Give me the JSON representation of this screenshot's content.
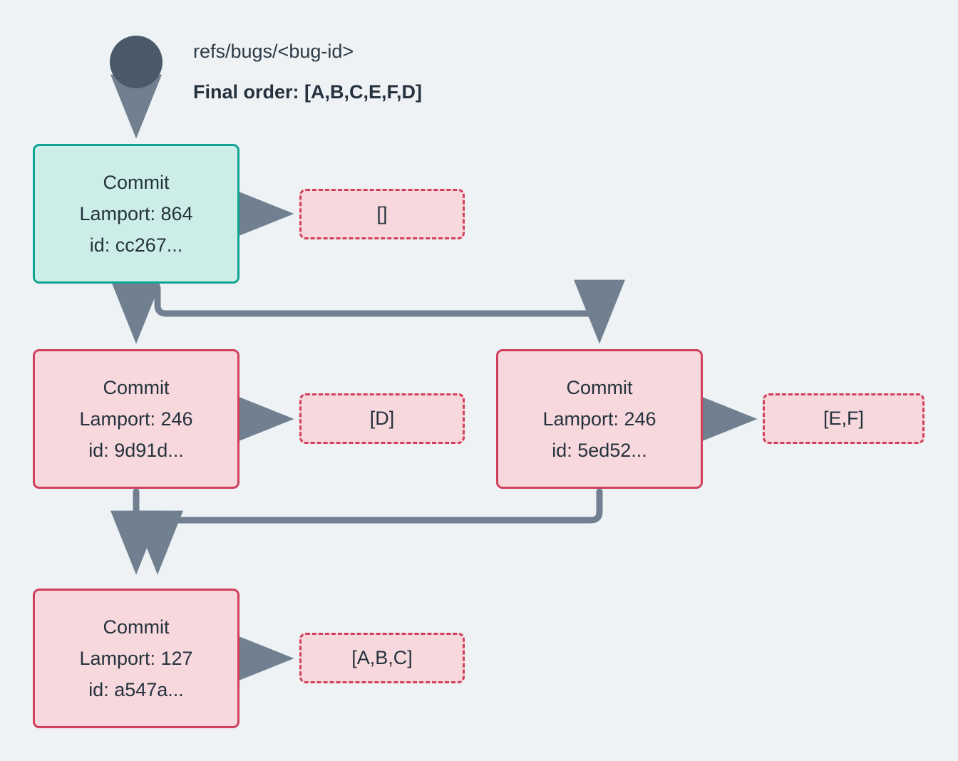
{
  "diagram": {
    "type": "dag",
    "background_color": "#eef2f5",
    "header": {
      "ref_label": "refs/bugs/<bug-id>",
      "final_order_label": "Final order: [A,B,C,E,F,D]",
      "root_node_name": "root-commit-dot"
    },
    "colors": {
      "background": "#eef2f5",
      "root_dot": "#4a5968",
      "edge": "#708090",
      "teal_border": "#0fa392",
      "teal_fill": "#cdeee8",
      "red_border": "#d1405a",
      "red_fill": "#f7d8dd",
      "text": "#25323d"
    },
    "nodes": [
      {
        "id": "cc267",
        "title": "Commit",
        "lamport": "Lamport: 864",
        "commit_id": "id: cc267...",
        "style": "teal",
        "payload": "[]"
      },
      {
        "id": "9d91d",
        "title": "Commit",
        "lamport": "Lamport: 246",
        "commit_id": "id: 9d91d...",
        "style": "red",
        "payload": "[D]"
      },
      {
        "id": "5ed52",
        "title": "Commit",
        "lamport": "Lamport: 246",
        "commit_id": "id: 5ed52...",
        "style": "red",
        "payload": "[E,F]"
      },
      {
        "id": "a547a",
        "title": "Commit",
        "lamport": "Lamport: 127",
        "commit_id": "id: a547a...",
        "style": "red",
        "payload": "[A,B,C]"
      }
    ],
    "edges": [
      {
        "from": "root",
        "to": "cc267"
      },
      {
        "from": "cc267",
        "to": "9d91d"
      },
      {
        "from": "cc267",
        "to": "5ed52"
      },
      {
        "from": "9d91d",
        "to": "a547a"
      },
      {
        "from": "5ed52",
        "to": "a547a"
      },
      {
        "from": "cc267",
        "to": "payload-cc267"
      },
      {
        "from": "9d91d",
        "to": "payload-9d91d"
      },
      {
        "from": "5ed52",
        "to": "payload-5ed52"
      },
      {
        "from": "a547a",
        "to": "payload-a547a"
      }
    ]
  }
}
